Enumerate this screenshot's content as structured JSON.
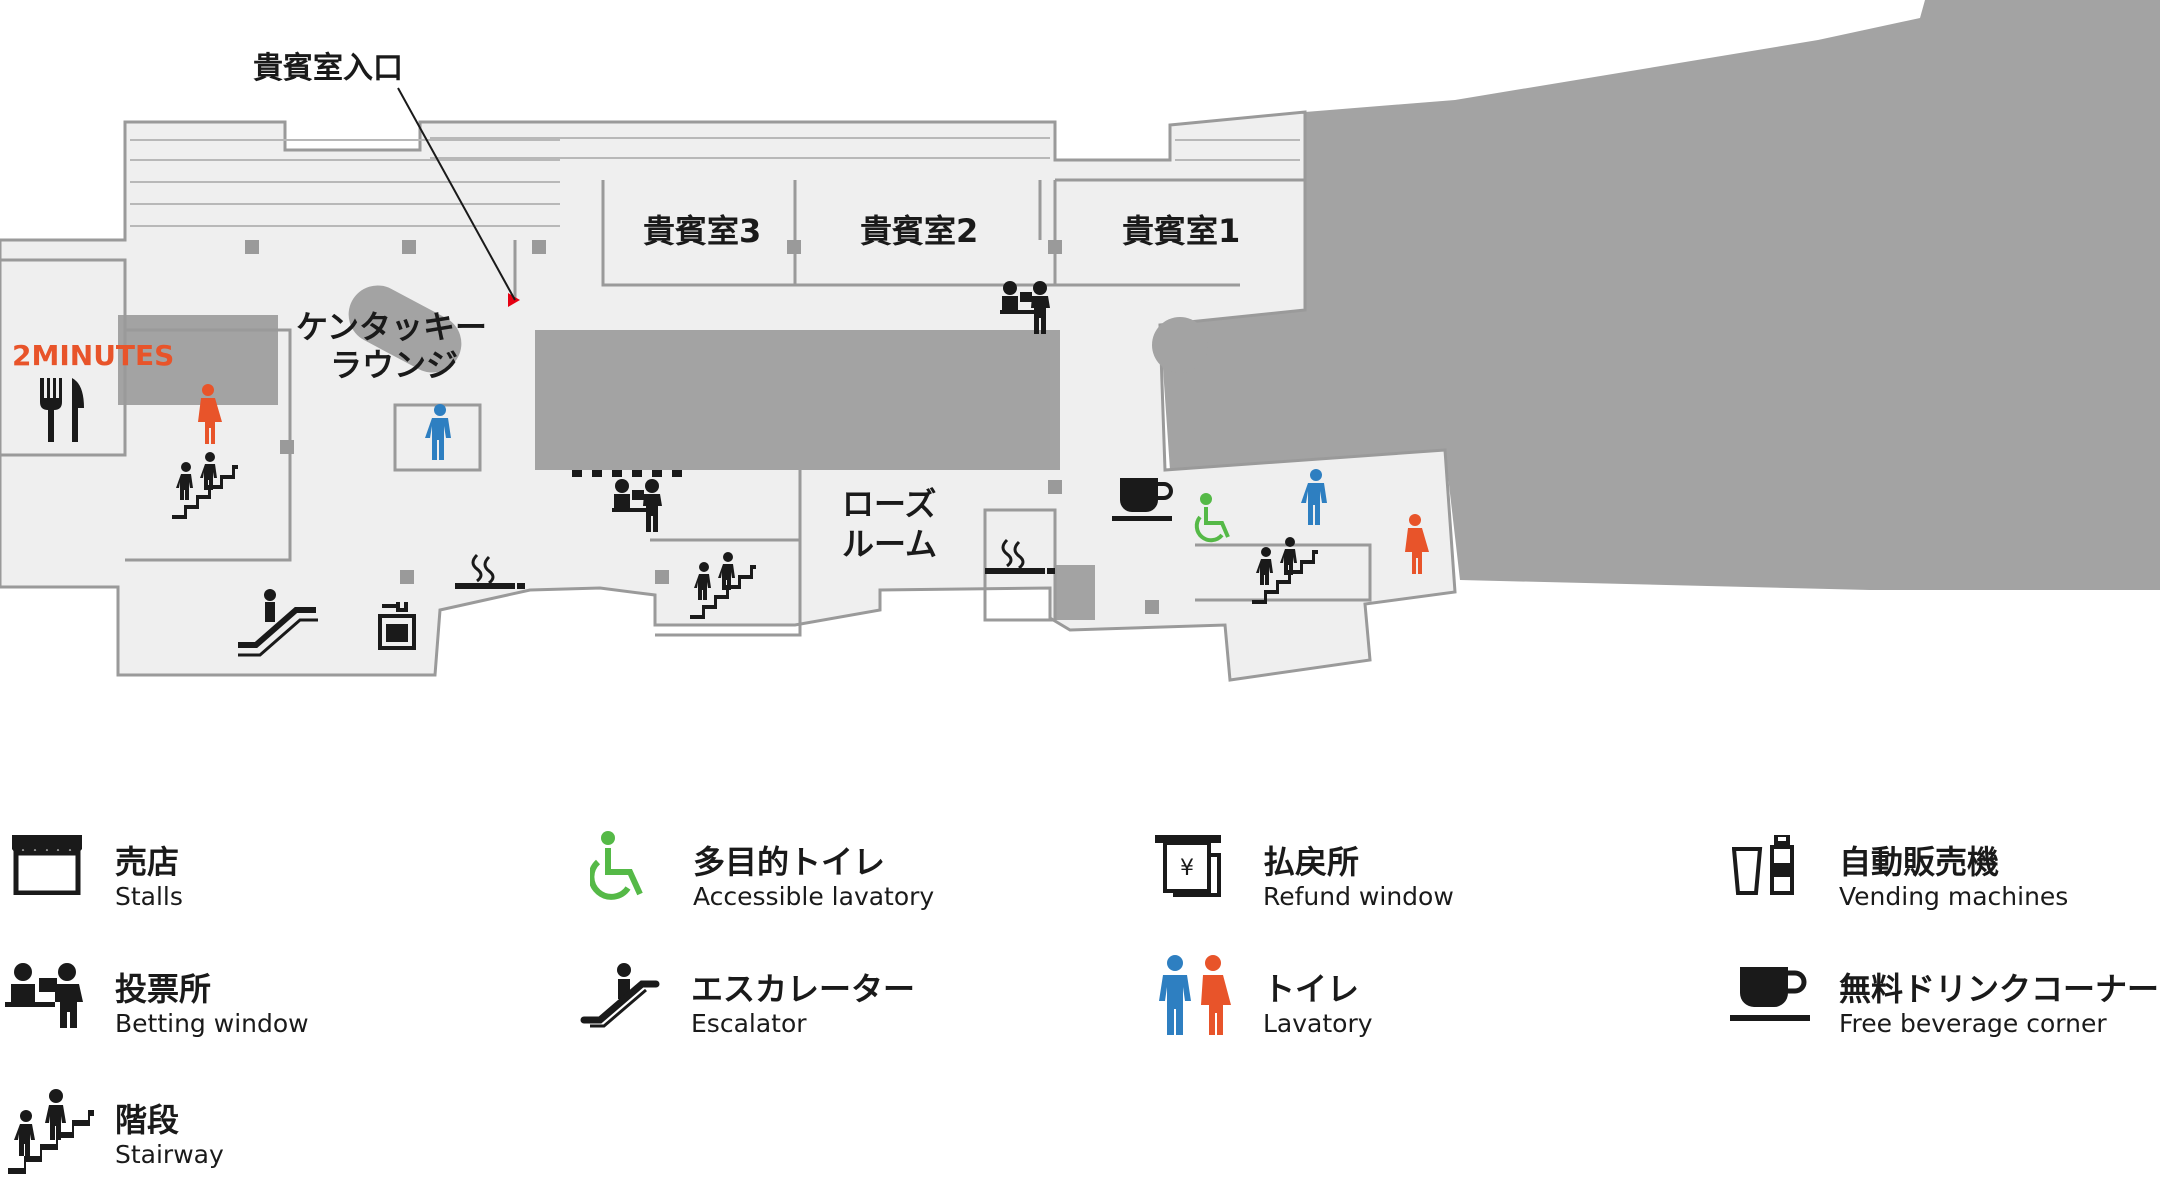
{
  "map": {
    "labels": {
      "vip_entrance": "貴賓室入口",
      "vip_room_3": "貴賓室3",
      "vip_room_2": "貴賓室2",
      "vip_room_1": "貴賓室1",
      "kentucky_lounge_line1": "ケンタッキー",
      "kentucky_lounge_line2": "ラウンジ",
      "rose_room_line1": "ローズ",
      "rose_room_line2": "ルーム",
      "restaurant": "2MINUTES"
    },
    "colors": {
      "floor": "#efefef",
      "wall": "#9a9a9a",
      "solid_area": "#a2a2a2",
      "male": "#2e7fc1",
      "female": "#e8542a",
      "accessible": "#55b947",
      "pointer": "#e60012"
    }
  },
  "legend": [
    {
      "icon": "stall-icon",
      "jp": "売店",
      "en": "Stalls"
    },
    {
      "icon": "accessible-lavatory-icon",
      "jp": "多目的トイレ",
      "en": "Accessible lavatory"
    },
    {
      "icon": "refund-window-icon",
      "jp": "払戻所",
      "en": "Refund window"
    },
    {
      "icon": "vending-machine-icon",
      "jp": "自動販売機",
      "en": "Vending machines"
    },
    {
      "icon": "betting-window-icon",
      "jp": "投票所",
      "en": "Betting window"
    },
    {
      "icon": "escalator-icon",
      "jp": "エスカレーター",
      "en": "Escalator"
    },
    {
      "icon": "lavatory-icon",
      "jp": "トイレ",
      "en": "Lavatory"
    },
    {
      "icon": "free-beverage-icon",
      "jp": "無料ドリンクコーナー",
      "en": "Free beverage corner"
    },
    {
      "icon": "stairway-icon",
      "jp": "階段",
      "en": "Stairway"
    }
  ]
}
